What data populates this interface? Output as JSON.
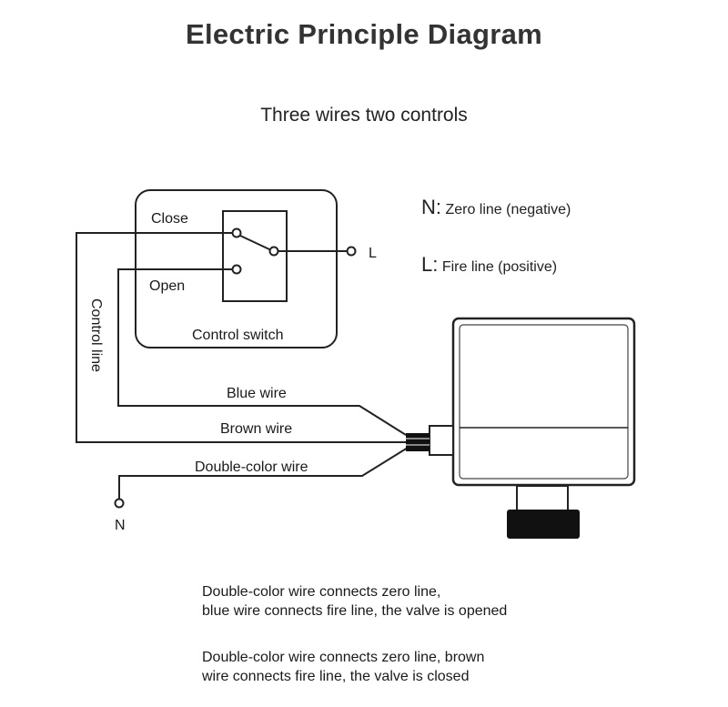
{
  "title": "Electric Principle Diagram",
  "subtitle": "Three wires two controls",
  "legend": {
    "n_key": "N:",
    "n_text": "Zero line (negative)",
    "l_key": "L:",
    "l_text": "Fire line (positive)"
  },
  "diagram": {
    "close_label": "Close",
    "open_label": "Open",
    "switch_label": "Control switch",
    "l_terminal": "L",
    "control_line_label": "Control line",
    "blue_wire": "Blue wire",
    "brown_wire": "Brown wire",
    "double_color_wire": "Double-color wire",
    "n_terminal": "N"
  },
  "notes": [
    {
      "line1": "Double-color wire connects zero line,",
      "line2": "blue wire connects fire line, the valve is opened"
    },
    {
      "line1": "Double-color wire connects zero line, brown",
      "line2": "wire connects fire line, the valve is closed"
    }
  ]
}
